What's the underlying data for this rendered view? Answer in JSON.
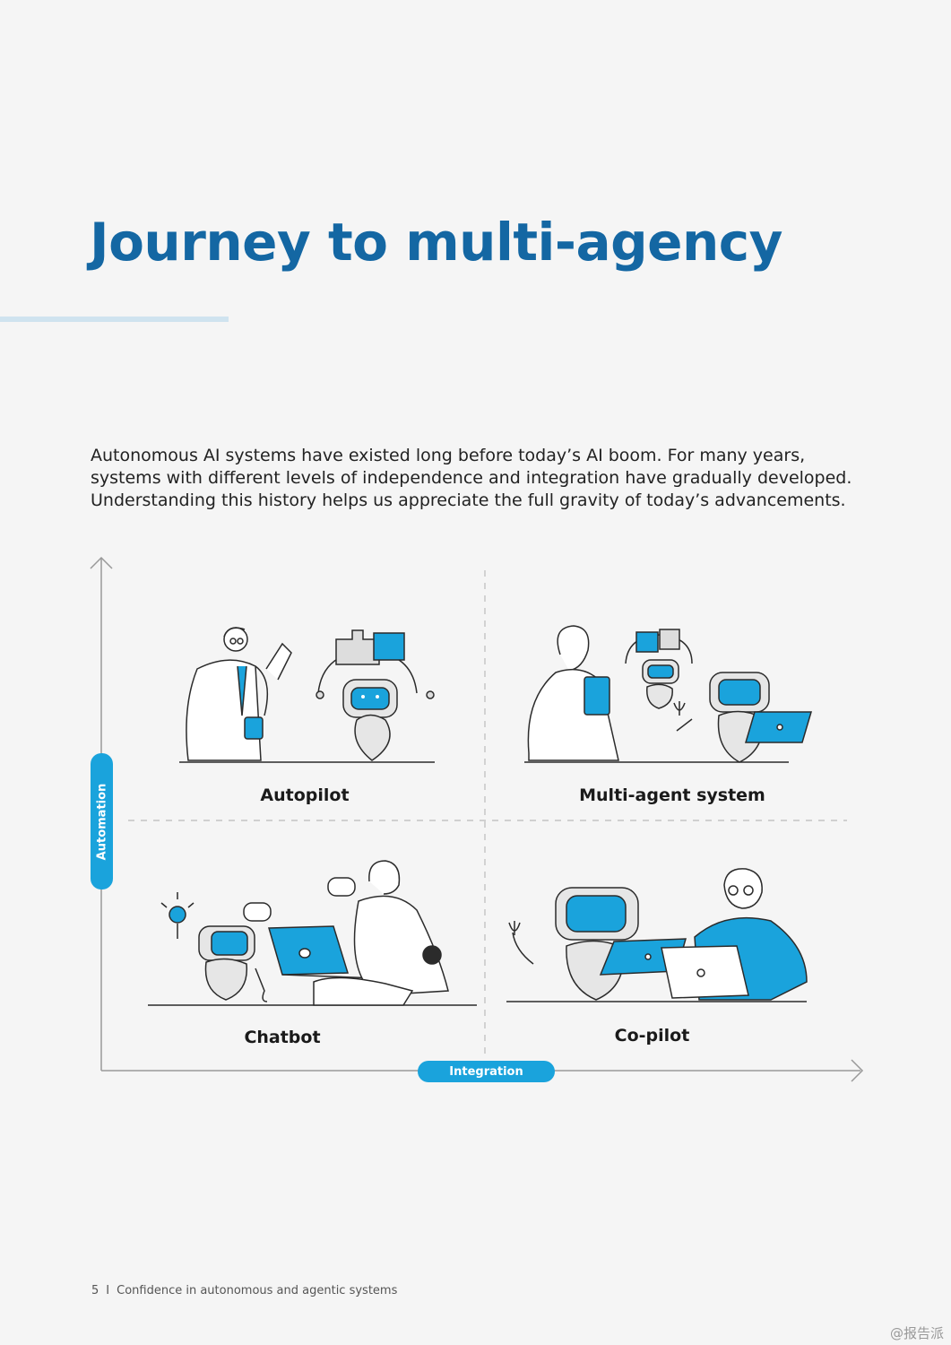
{
  "page": {
    "title": "Journey to multi-agency",
    "intro_lines": [
      "Autonomous AI systems have existed long before today’s AI boom. For many years,",
      "systems with different levels of independence and integration have gradually developed.",
      "Understanding this history helps us appreciate the full gravity of today’s advancements."
    ]
  },
  "diagram": {
    "y_axis_label": "Automation",
    "x_axis_label": "Integration",
    "quadrants": {
      "top_left": "Autopilot",
      "top_right": "Multi-agent system",
      "bottom_left": "Chatbot",
      "bottom_right": "Co-pilot"
    },
    "colors": {
      "accent": "#1aa3dc",
      "title": "#1467a3",
      "line": "#2b2b2b"
    },
    "icons": [
      "robot-icon",
      "person-icon",
      "puzzle-icon",
      "laptop-icon",
      "lightbulb-icon",
      "chat-bubble-icon",
      "tablet-icon"
    ]
  },
  "footer": {
    "page_number": "5",
    "separator": "I",
    "text": "Confidence in autonomous and agentic systems"
  },
  "watermark": "@报告派"
}
